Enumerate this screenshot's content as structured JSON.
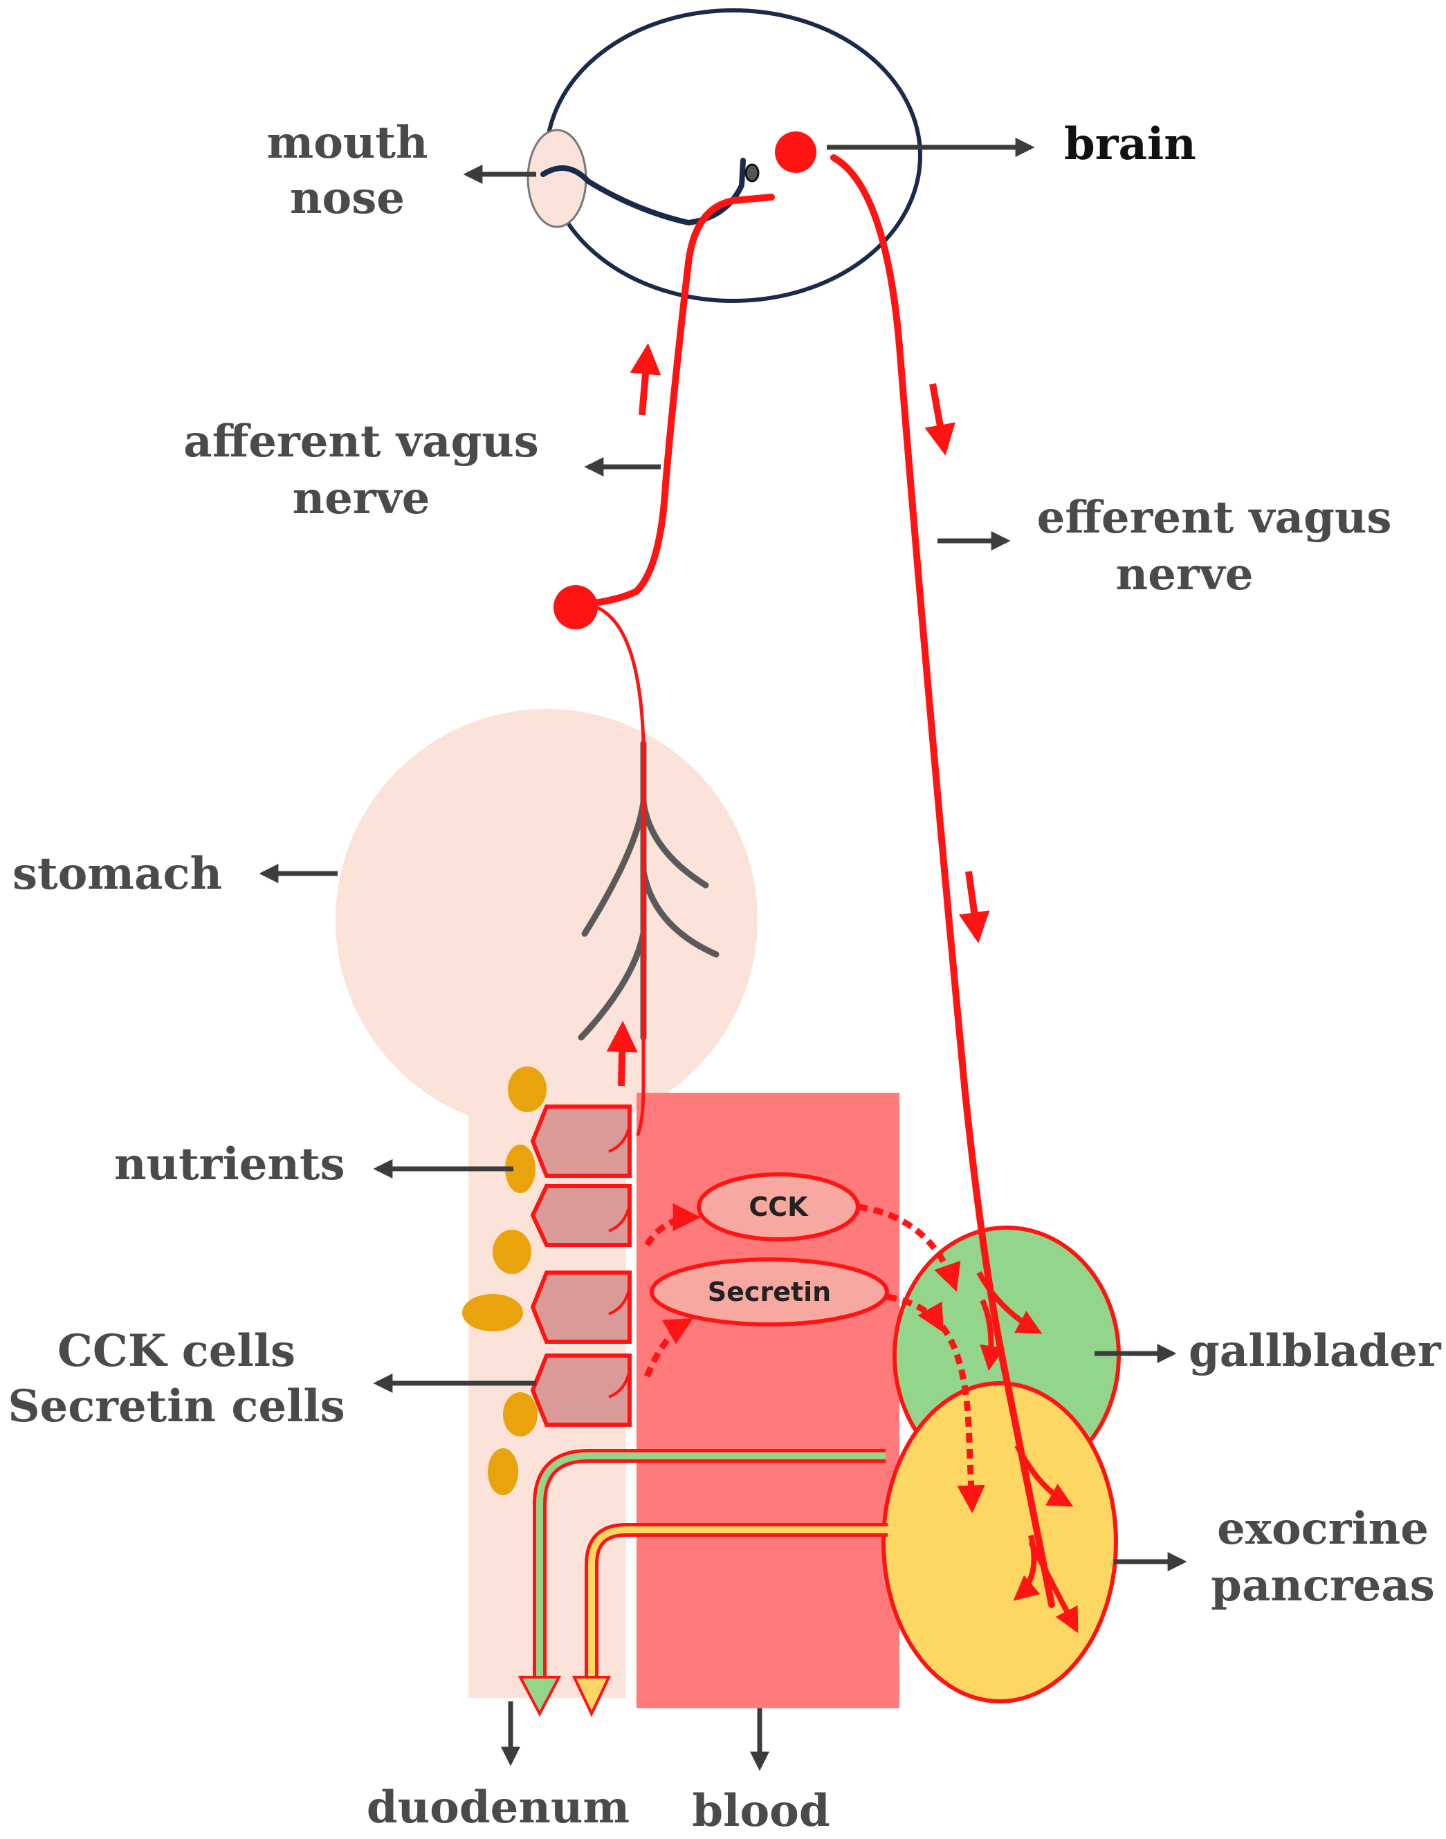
{
  "labels": {
    "mouth": "mouth",
    "nose": "nose",
    "brain": "brain",
    "afferent_line1": "afferent vagus",
    "afferent_line2": "nerve",
    "efferent_line1": "efferent vagus",
    "efferent_line2": "nerve",
    "stomach": "stomach",
    "nutrients": "nutrients",
    "cck_cells": "CCK cells",
    "secretin_cells": "Secretin cells",
    "gallbladder": "gallblader",
    "exocrine": "exocrine",
    "pancreas": "pancreas",
    "duodenum": "duodenum",
    "blood": "blood"
  },
  "hormones": {
    "cck": "CCK",
    "secretin": "Secretin"
  },
  "colors": {
    "nerve": "#ff1414",
    "skin": "#fbe3d9",
    "blood": "#ff7b7b",
    "cells": "#d99a98",
    "nutrient": "#e9a40d",
    "gallbladder": "#93d58a",
    "pancreas": "#fcd763",
    "head_outline": "#1a2a4a",
    "label_gray": "#4a4a4a"
  }
}
